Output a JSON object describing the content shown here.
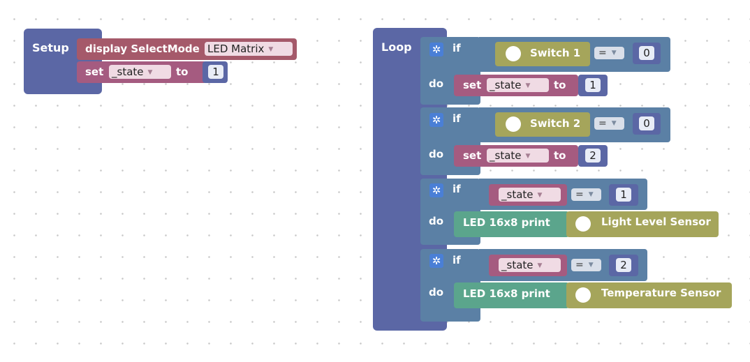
{
  "setup": {
    "hat_label": "Setup",
    "display_block": {
      "label": "display SelectMode",
      "mode_value": "LED Matrix"
    },
    "set_block": {
      "set_label": "set",
      "variable": "_state",
      "to_label": "to",
      "value": "1"
    }
  },
  "loop": {
    "hat_label": "Loop",
    "if_label": "if",
    "do_label": "do",
    "branches": [
      {
        "sensor": "Switch 1",
        "operator": "=",
        "compare": "0",
        "action": {
          "set_label": "set",
          "variable": "_state",
          "to_label": "to",
          "value": "1"
        }
      },
      {
        "sensor": "Switch 2",
        "operator": "=",
        "compare": "0",
        "action": {
          "set_label": "set",
          "variable": "_state",
          "to_label": "to",
          "value": "2"
        }
      },
      {
        "variable": "_state",
        "operator": "=",
        "compare": "1",
        "action": {
          "print_label": "LED 16x8 print",
          "sensor": "Light Level Sensor"
        }
      },
      {
        "variable": "_state",
        "operator": "=",
        "compare": "2",
        "action": {
          "print_label": "LED 16x8 print",
          "sensor": "Temperature Sensor"
        }
      }
    ]
  },
  "icons": {
    "gear": "gear-icon",
    "dropdown": "dropdown-arrow-icon",
    "switch": "switch-icon",
    "light_sensor": "light-sensor-icon",
    "temperature_sensor": "temperature-sensor-icon"
  },
  "colors": {
    "hat": "#5b67a5",
    "display_block": "#a5596a",
    "variable_block": "#a55b80",
    "number_block": "#5b67a5",
    "control_block": "#5b80a5",
    "sensor_block": "#a5a55b",
    "led_print_block": "#5ba58c"
  }
}
